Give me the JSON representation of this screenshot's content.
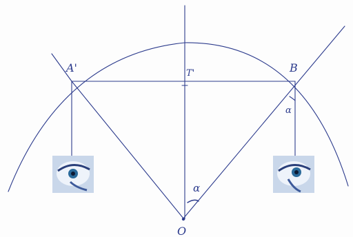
{
  "diagram": {
    "labels": {
      "point_a": "A'",
      "point_b": "B",
      "point_t": "T'",
      "center": "O",
      "angle_center": "α",
      "angle_b": "α"
    },
    "images": {
      "left_eye": "eye-image",
      "right_eye": "eye-image"
    },
    "colors": {
      "ink": "#2b3a8c",
      "eye_bg": "#c9d7ea",
      "iris": "#2a6a9a"
    }
  }
}
